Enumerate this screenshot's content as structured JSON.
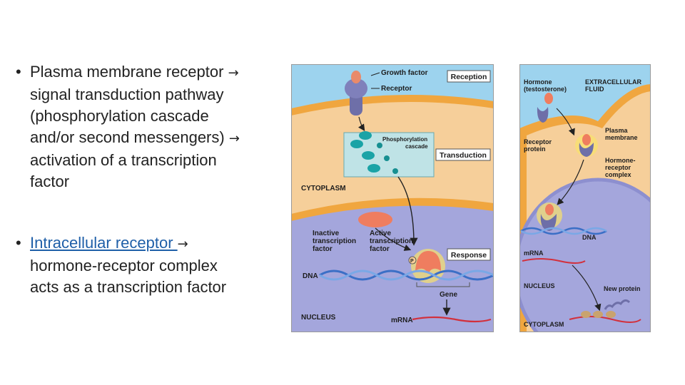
{
  "bullets": [
    {
      "lines": [
        {
          "text": "Plasma membrane receptor",
          "arrow": true
        },
        {
          "text": "signal transduction pathway",
          "arrow": false
        },
        {
          "text": "(phosphorylation cascade",
          "arrow": false
        },
        {
          "text": "and/or second messengers)",
          "arrow": true
        },
        {
          "text": "activation of a transcription",
          "arrow": false
        },
        {
          "text": "factor",
          "arrow": false
        }
      ]
    },
    {
      "link_text": "Intracellular receptor ",
      "lines": [
        {
          "text": "hormone-receptor complex",
          "arrow": false
        },
        {
          "text": "acts as a transcription factor",
          "arrow": false
        }
      ]
    }
  ],
  "arrow_glyph": "→",
  "bullet_glyph": "•",
  "left_panel": {
    "growth_factor": "Growth factor",
    "receptor": "Receptor",
    "reception": "Reception",
    "phospho1": "Phosphorylation",
    "phospho2": "cascade",
    "transduction": "Transduction",
    "cytoplasm": "CYTOPLASM",
    "inactive1": "Inactive",
    "inactive2": "transcription",
    "inactive3": "factor",
    "active1": "Active",
    "active2": "transcription",
    "active3": "factor",
    "p": "P",
    "response": "Response",
    "dna": "DNA",
    "gene": "Gene",
    "nucleus": "NUCLEUS",
    "mrna": "mRNA"
  },
  "right_panel": {
    "hormone1": "Hormone",
    "hormone2": "(testosterone)",
    "extracellular1": "EXTRACELLULAR",
    "extracellular2": "FLUID",
    "plasma1": "Plasma",
    "plasma2": "membrane",
    "receptor1": "Receptor",
    "receptor2": "protein",
    "complex1": "Hormone-",
    "complex2": "receptor",
    "complex3": "complex",
    "dna": "DNA",
    "mrna": "mRNA",
    "nucleus": "NUCLEUS",
    "new_protein": "New protein",
    "cytoplasm": "CYTOPLASM"
  },
  "colors": {
    "sky": "#9dd3ee",
    "cytoplasm": "#f6cf9a",
    "membrane": "#f0a63f",
    "nucleus": "#a4a6dc",
    "nucleus_edge": "#8d8fcf",
    "box_fill": "#bfe3e6",
    "teal": "#1aa3a6",
    "salmon": "#ef7d5f",
    "receptor": "#6e6fa8",
    "link": "#1f5fa8"
  }
}
